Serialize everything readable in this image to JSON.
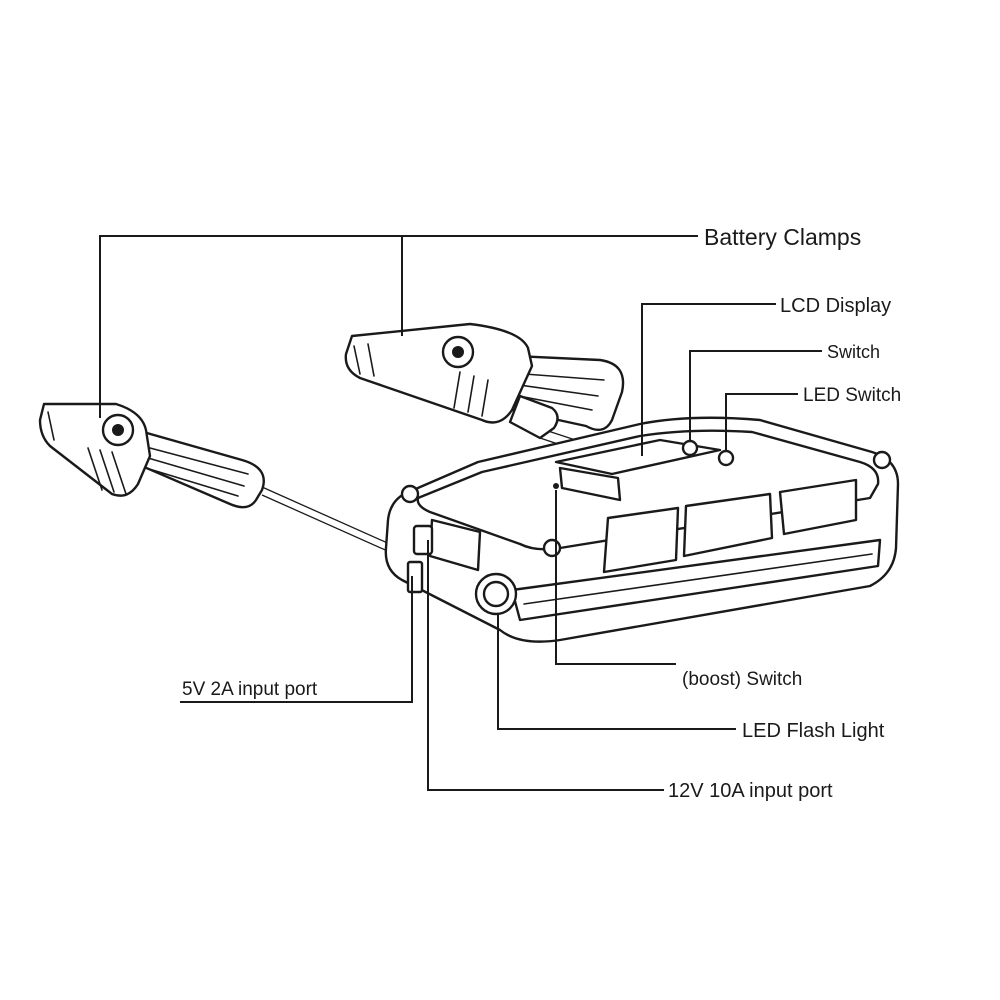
{
  "diagram": {
    "labels": {
      "battery_clamps": "Battery Clamps",
      "lcd_display": "LCD Display",
      "switch": "Switch",
      "led_switch": "LED Switch",
      "input_5v": "5V 2A input port",
      "boost_switch": "(boost) Switch",
      "led_flash_light": "LED Flash Light",
      "input_12v": "12V 10A input port"
    },
    "icons": [
      "battery-clamp-icon",
      "jump-starter-device-icon",
      "flashlight-lens-icon"
    ],
    "colors": {
      "ink": "#1a1a1a",
      "background": "#ffffff"
    }
  }
}
